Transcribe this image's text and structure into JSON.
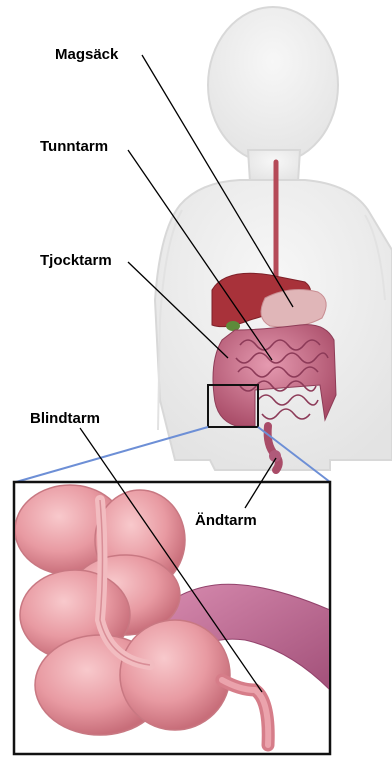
{
  "labels": {
    "stomach": "Magsäck",
    "small_intestine": "Tunntarm",
    "large_intestine": "Tjocktarm",
    "appendix": "Blindtarm",
    "rectum": "Ändtarm"
  },
  "colors": {
    "body_outline": "#dcdcdc",
    "skin": "#eeeeee",
    "liver": "#a8323a",
    "intestine": "#c96a82",
    "colon_pink": "#e7a0a6",
    "zoom_lines": "#6d8fd6",
    "label_text": "#000000"
  }
}
